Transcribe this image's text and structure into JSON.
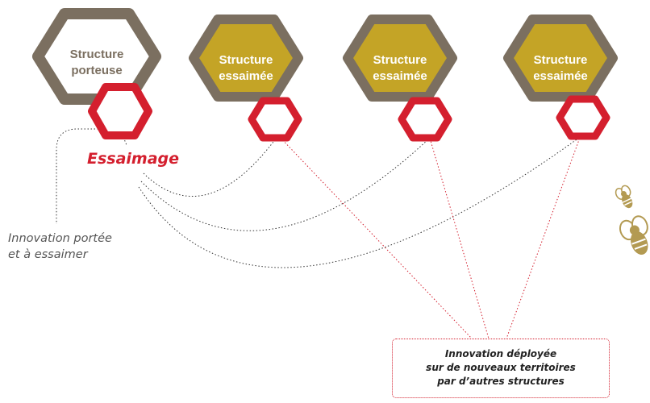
{
  "colors": {
    "frame": "#7b6f60",
    "gold": "#c4a426",
    "accent_red": "#d41f2e",
    "dotted_gray": "#333333",
    "bee": "#b39a52"
  },
  "hexagons": {
    "porteuse": {
      "line1": "Structure",
      "line2": "porteuse",
      "fill": "#ffffff",
      "text_color": "#7b6f60"
    },
    "essaimees": [
      {
        "line1": "Structure",
        "line2": "essaimée",
        "fill": "#c4a426",
        "text_color": "#ffffff"
      },
      {
        "line1": "Structure",
        "line2": "essaimée",
        "fill": "#c4a426",
        "text_color": "#ffffff"
      },
      {
        "line1": "Structure",
        "line2": "essaimée",
        "fill": "#c4a426",
        "text_color": "#ffffff"
      }
    ]
  },
  "labels": {
    "essaimage": "Essaimage",
    "innovation_portee_line1": "Innovation portée",
    "innovation_portee_line2": "et à essaimer",
    "deploy_line1": "Innovation déployée",
    "deploy_line2": "sur de nouveaux territoires",
    "deploy_line3": "par d’autres structures"
  },
  "icons": [
    "bee-icon-small",
    "bee-icon-large"
  ]
}
